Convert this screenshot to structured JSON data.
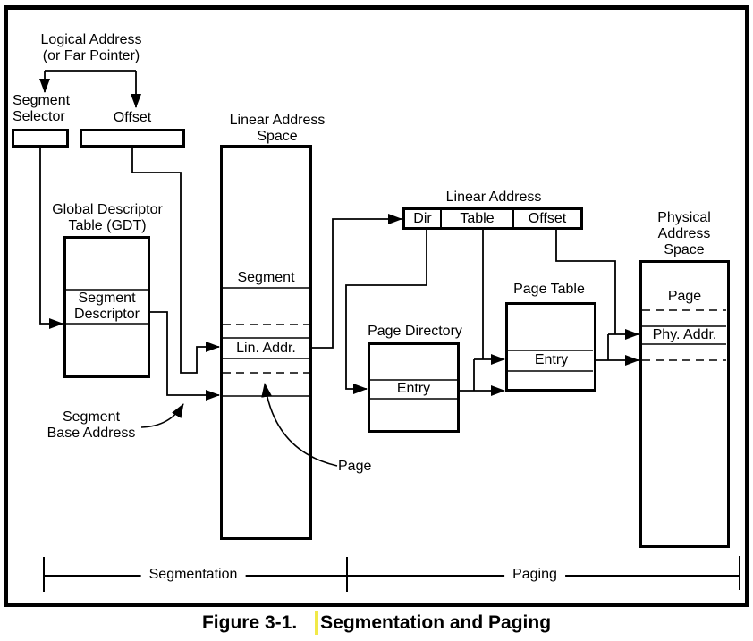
{
  "figure": {
    "caption": {
      "prefix": "Figure 3-1.",
      "title": "Segmentation and Paging"
    }
  },
  "labels": {
    "logical_address": "Logical Address\n(or Far Pointer)",
    "segment_selector": "Segment\nSelector",
    "offset": "Offset",
    "gdt_title": "Global Descriptor\nTable (GDT)",
    "segment_descriptor": "Segment\nDescriptor",
    "segment_base_address": "Segment\nBase Address",
    "linear_address_space_title": "Linear Address\nSpace",
    "segment": "Segment",
    "lin_addr": "Lin. Addr.",
    "page_pointer": "Page",
    "linear_address_title": "Linear Address",
    "la_fields": [
      "Dir",
      "Table",
      "Offset"
    ],
    "page_directory_title": "Page Directory",
    "pd_entry": "Entry",
    "page_table_title": "Page Table",
    "pt_entry": "Entry",
    "physical_address_space_title": "Physical\nAddress\nSpace",
    "page": "Page",
    "phy_addr": "Phy. Addr.",
    "segmentation": "Segmentation",
    "paging": "Paging"
  },
  "colors": {
    "line": "#000000",
    "background": "#ffffff",
    "highlight": "#f1e948"
  }
}
